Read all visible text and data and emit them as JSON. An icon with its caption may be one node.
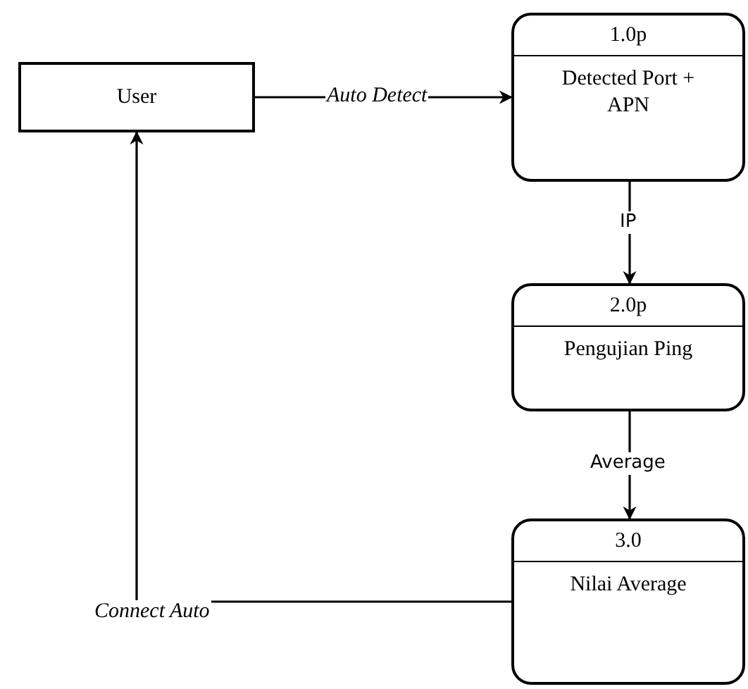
{
  "diagram": {
    "nodes": [
      {
        "text": [
          "User"
        ]
      },
      {
        "text": [
          "1.0p",
          "Detected Port + APN"
        ]
      },
      {
        "text": [
          "2.0p",
          "Pengujian Ping"
        ]
      },
      {
        "text": [
          "3.0",
          "Nilai Average"
        ]
      }
    ],
    "edges": [
      {
        "from": 0,
        "to": 1,
        "arrow": "to",
        "label": "Auto Detect"
      },
      {
        "from": 1,
        "to": 2,
        "arrow": "to",
        "label": "IP"
      },
      {
        "from": 2,
        "to": 3,
        "arrow": "to",
        "label": "Average"
      },
      {
        "from": 3,
        "to": 0,
        "arrow": "to",
        "label": "Connect Auto"
      }
    ]
  }
}
